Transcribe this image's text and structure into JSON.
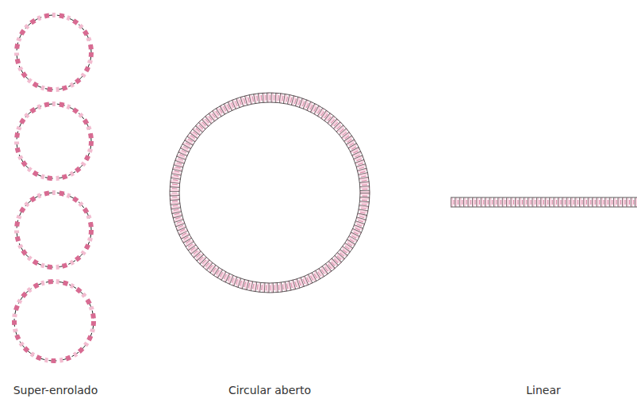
{
  "diagram": {
    "labels": [
      "Super-enrolado",
      "Circular aberto",
      "Linear"
    ]
  }
}
